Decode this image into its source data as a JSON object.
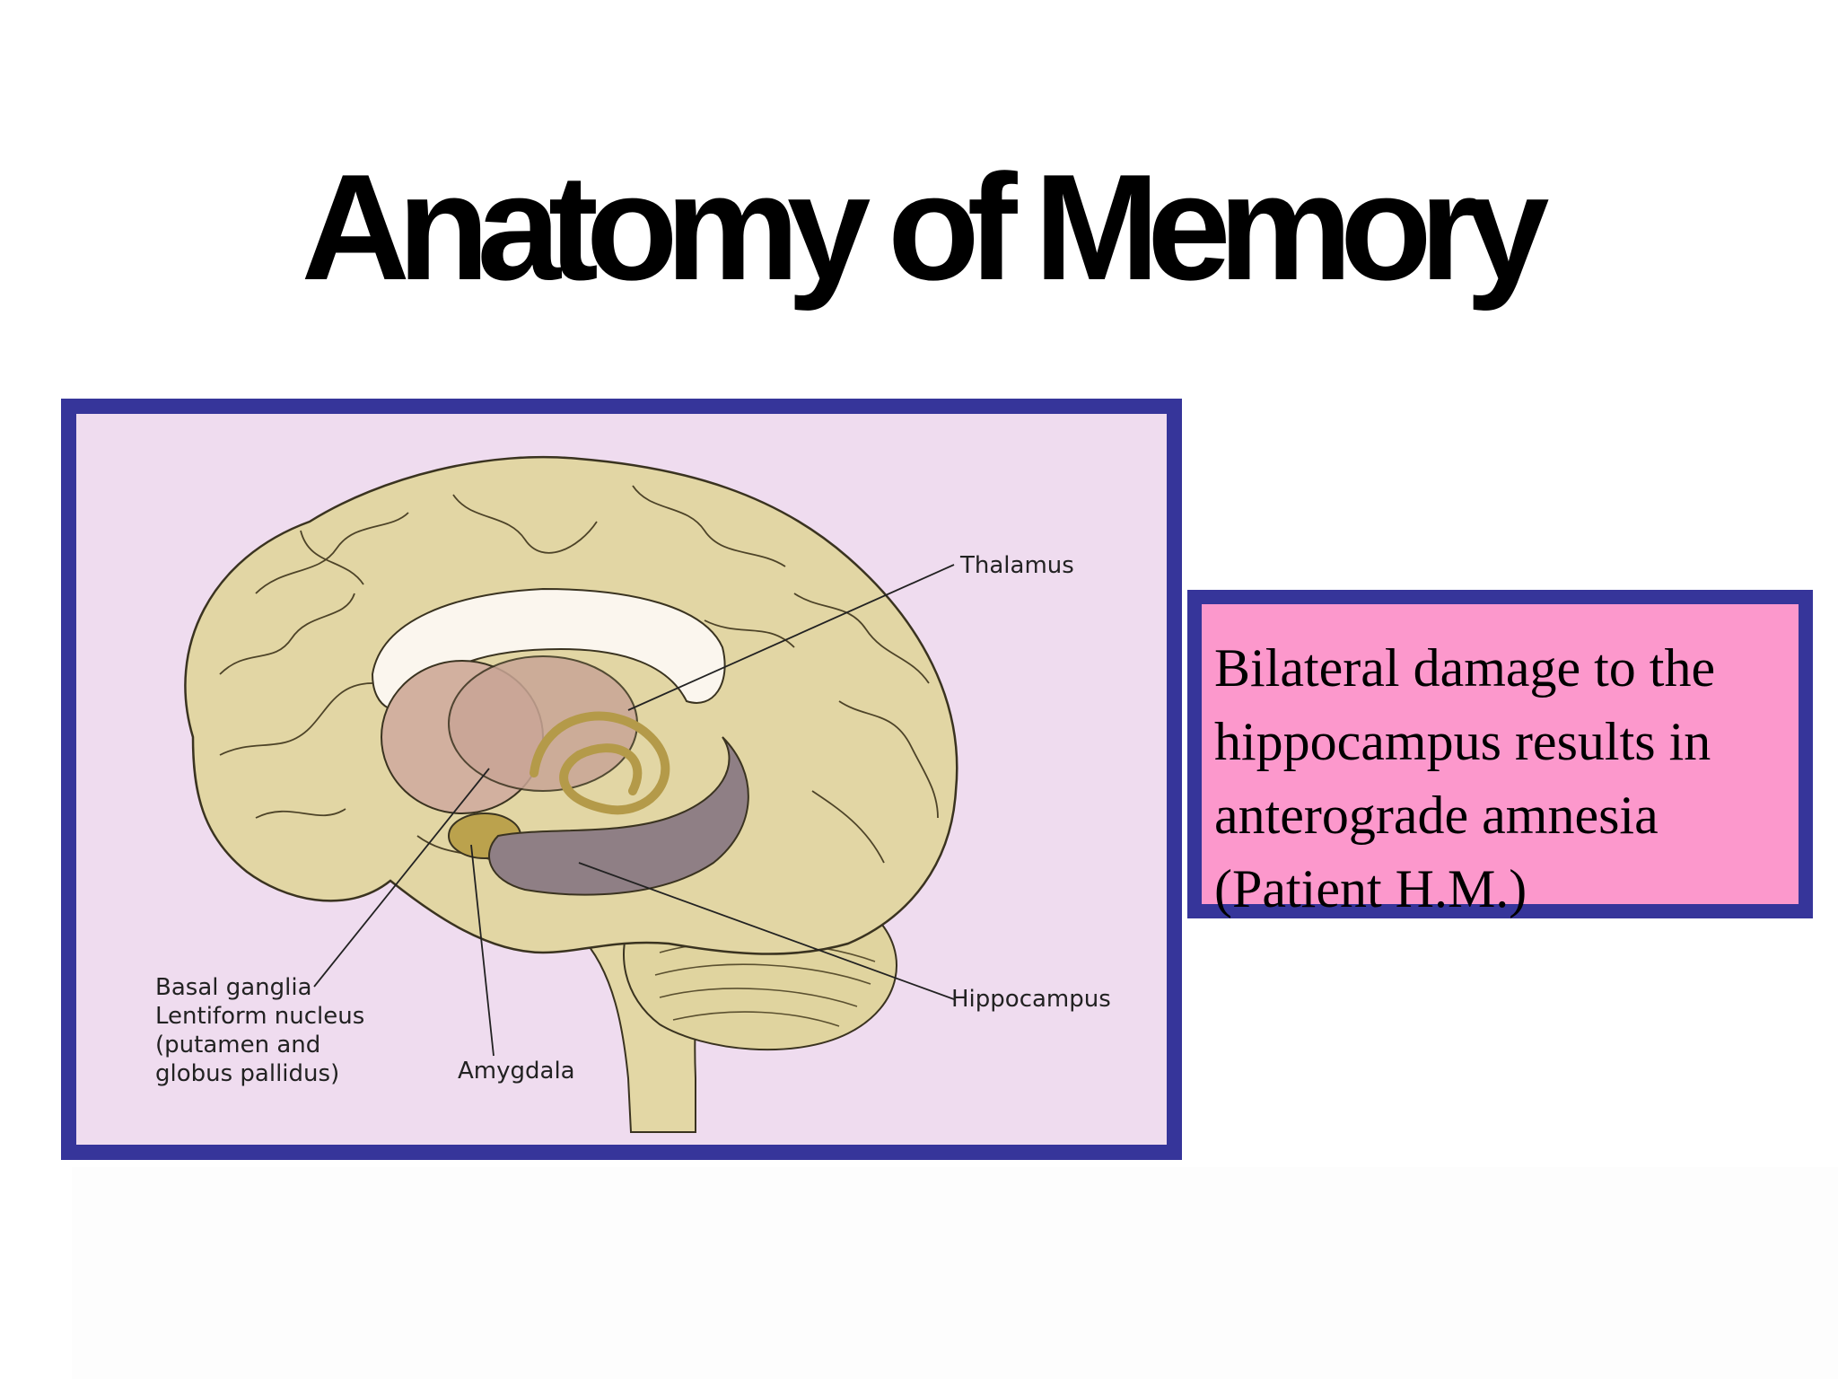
{
  "slide": {
    "title": "Anatomy of Memory"
  },
  "figure": {
    "labels": {
      "thalamus": "Thalamus",
      "hippocampus": "Hippocampus",
      "amygdala": "Amygdala",
      "basal_ganglia_line1": "Basal ganglia",
      "basal_ganglia_line2": "Lentiform nucleus",
      "basal_ganglia_line3": "(putamen and",
      "basal_ganglia_line4": "globus pallidus)"
    }
  },
  "note": {
    "text": "Bilateral damage to the hippocampus results in anterograde amnesia (Patient H.M.)"
  },
  "colors": {
    "frame_border": "#36359a",
    "frame_background": "#efdcef",
    "note_background": "#fc98cc",
    "brain_tissue": "#e2d6a4",
    "hippocampus": "#8f7f85",
    "thalamus": "#c9a596"
  }
}
